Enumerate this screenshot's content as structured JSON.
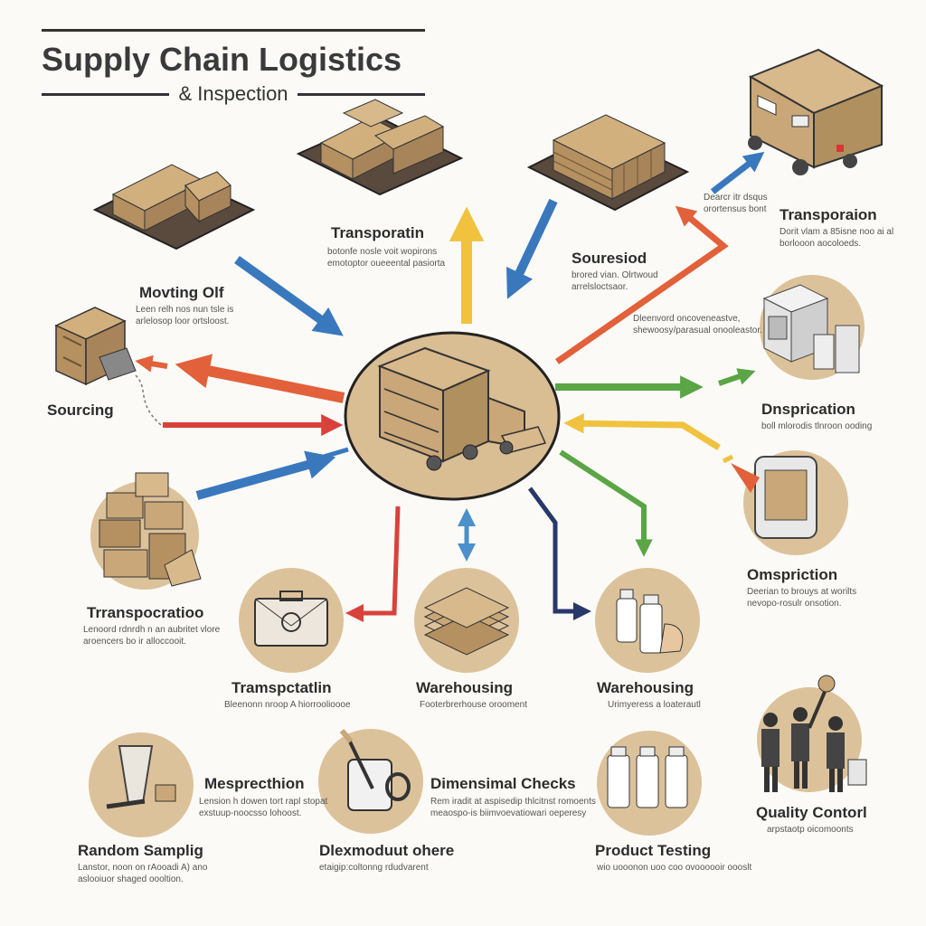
{
  "header": {
    "title": "Supply Chain Logistics",
    "subtitle": "& Inspection"
  },
  "nodes": {
    "moving_off": {
      "label": "Movting Olf",
      "desc": [
        "Leen relh nos nun tsle is",
        "arlelosop loor ortsloost."
      ]
    },
    "transport_top": {
      "label": "Transporatin",
      "desc": [
        "botonfe nosle voit wopirons",
        "emotoptor oueeental pasiorta"
      ]
    },
    "sourced": {
      "label": "Souresiod",
      "desc": [
        "brored vian. Olrtwoud",
        "arrelsloctsaor."
      ]
    },
    "transport_tr": {
      "label": "Transporaion",
      "desc": [
        "Dorit vlam a 85isne noo ai al",
        "borlooon aocoloeds."
      ]
    },
    "sourcing": {
      "label": "Sourcing"
    },
    "dnspriration": {
      "label": "Dnsprication",
      "desc": [
        "boll mlorodis tlnroon ooding"
      ]
    },
    "omspriction": {
      "label": "Omspriction",
      "desc": [
        "Deerian to brouys at worilts",
        "nevopo-rosulr onsotion."
      ]
    },
    "transportatioo": {
      "label": "Trranspocratioo",
      "desc": [
        "Lenoord rdnrdh n an aubritet vlore",
        "aroencers bo ir alloccooit."
      ]
    },
    "transpctatlin": {
      "label": "Tramspctatlin",
      "desc": [
        "Bleenonn nroop A hiorroolioooe"
      ]
    },
    "warehousing_c": {
      "label": "Warehousing",
      "desc": [
        "Footerbrerhouse orooment"
      ]
    },
    "warehousing_r": {
      "label": "Warehousing",
      "desc": [
        "Urimyeress a loaterautl"
      ]
    },
    "mespreclion": {
      "label": "Mesprecthion",
      "desc": [
        "Lension h dowen tort rapl stopat",
        "exstuup-noocsso lohoost."
      ]
    },
    "random": {
      "label": "Random Samplig",
      "desc": [
        "Lanstor, noon on rAooadi A) ano",
        "aslooiuor shaged oooltion."
      ]
    },
    "dimensional": {
      "label": "Dimensimal Checks",
      "desc": [
        "Rem iradit at aspisedip thlcitnst romoents",
        "meaospo-is biimvoevatiowari oeperesy"
      ]
    },
    "dlexmodout": {
      "label": "Dlexmoduut ohere",
      "desc": [
        "etaigip:coltonng rdudvarent"
      ]
    },
    "product": {
      "label": "Product Testing",
      "desc": [
        "wio uooonon uoo coo ovoooooir oooslt"
      ]
    },
    "qc": {
      "label": "Quality Contorl",
      "desc": [
        "arpstaotp oicomoonts"
      ]
    },
    "arrow_note_tr": {
      "desc": [
        "Dearcr itr dsqus",
        "orortensus bont"
      ]
    },
    "arrow_note_r": {
      "desc": [
        "Dleenvord oncoveneastve,",
        "shewoosy/parasual onooleastor."
      ]
    }
  },
  "colors": {
    "blue": "#3a78bd",
    "orange": "#e2603a",
    "yellow": "#f0c23e",
    "green": "#5aa544",
    "navy": "#28386a",
    "red": "#d8423b",
    "lightblue": "#4b8fcb",
    "circle": "#dcc29a",
    "box": "#c9a778",
    "boxdark": "#a8845a"
  }
}
